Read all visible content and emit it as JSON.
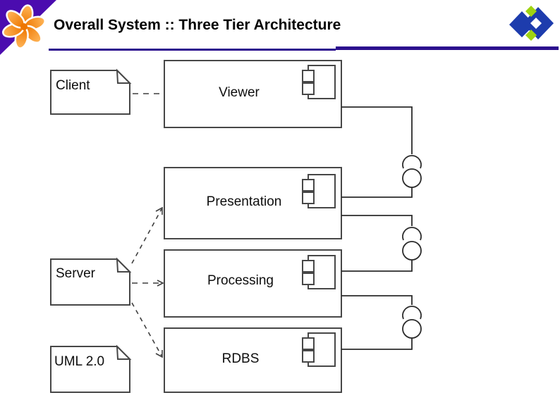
{
  "slide": {
    "title": "Overall System :: Three Tier Architecture"
  },
  "colors": {
    "corner_triangle": "#4b0caf",
    "underline": "#2c0f8e",
    "logo_blue": "#1d3cad",
    "logo_green": "#9fd311",
    "flower_orange_light": "#ffb659",
    "flower_orange_dark": "#ee7600",
    "line": "#3f3f3f",
    "box_border": "#474747",
    "label_text": "#0e0e0e"
  },
  "diagram": {
    "notes": [
      {
        "label": "Client"
      },
      {
        "label": "Server"
      },
      {
        "label": "UML 2.0"
      }
    ],
    "components": [
      {
        "label": "Viewer"
      },
      {
        "label": "Presentation"
      },
      {
        "label": "Processing"
      },
      {
        "label": "RDBS"
      }
    ],
    "connections": [
      {
        "from": "Client",
        "to": "Viewer",
        "type": "dashed-note-link"
      },
      {
        "from": "Server",
        "to": "Presentation",
        "type": "dashed-note-link-arrow"
      },
      {
        "from": "Server",
        "to": "Processing",
        "type": "dashed-note-link-arrow"
      },
      {
        "from": "Server",
        "to": "RDBS",
        "type": "dashed-note-link-arrow"
      },
      {
        "from": "Viewer",
        "to": "Presentation",
        "type": "ball-and-socket-interface"
      },
      {
        "from": "Presentation",
        "to": "Processing",
        "type": "ball-and-socket-interface"
      },
      {
        "from": "Processing",
        "to": "RDBS",
        "type": "ball-and-socket-interface"
      }
    ]
  }
}
